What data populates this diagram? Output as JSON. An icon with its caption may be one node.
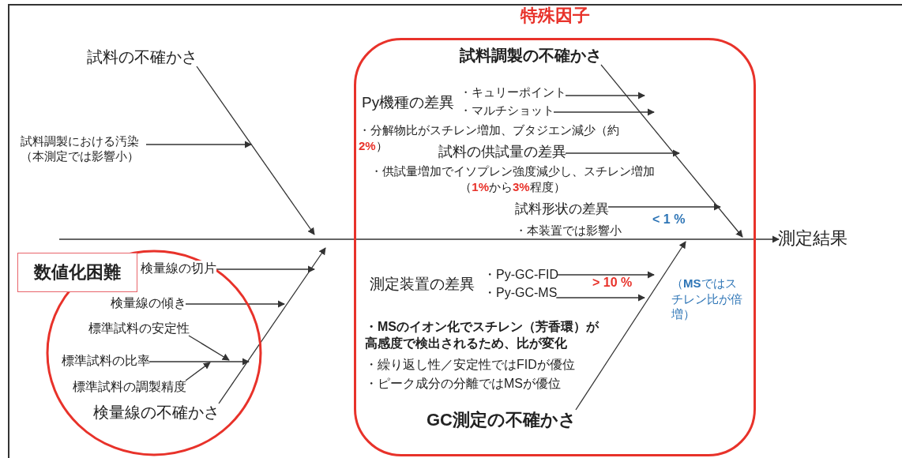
{
  "diagram": {
    "nodes": [
      {
        "text": [
          "試料の不確かさ"
        ]
      },
      {
        "text": [
          "試料調製における汚染（本測定では影響小）"
        ]
      },
      {
        "text": [
          "特殊因子"
        ]
      },
      {
        "text": [
          "試料調製の不確かさ"
        ],
        "in": 2
      },
      {
        "text": [
          "Py機種の差異"
        ],
        "in": 2
      },
      {
        "text": [
          "・キュリーポイント"
        ],
        "in": 2
      },
      {
        "text": [
          "・マルチショット"
        ],
        "in": 2
      },
      {
        "text": [
          "試料の供試量の差異"
        ],
        "in": 2
      },
      {
        "text": [
          "試料形状の差異"
        ],
        "in": 2
      },
      {
        "text": [
          "測定結果"
        ]
      },
      {
        "text": [],
        "shape": "ellipse"
      },
      {
        "text": [
          "数値化困難"
        ]
      },
      {
        "text": [
          "検量線の切片"
        ],
        "in": 10
      },
      {
        "text": [
          "検量線の傾き"
        ],
        "in": 10
      },
      {
        "text": [
          "標準試料の安定性"
        ],
        "in": 10
      },
      {
        "text": [
          "標準試料の比率"
        ],
        "in": 10
      },
      {
        "text": [
          "標準試料の調製精度"
        ],
        "in": 10
      },
      {
        "text": [
          "検量線の不確かさ"
        ],
        "in": 10
      },
      {
        "text": [
          "測定装置の差異"
        ],
        "in": 2
      },
      {
        "text": [
          "・Py-GC-FID"
        ],
        "in": 2
      },
      {
        "text": [
          "・Py-GC-MS"
        ],
        "in": 2
      },
      {
        "text": [
          "GC測定の不確かさ"
        ],
        "in": 2
      }
    ],
    "edges": [
      {
        "from": 0,
        "to": null,
        "arrow": "to"
      },
      {
        "from": 1,
        "to": null,
        "arrow": "to"
      },
      {
        "from": 3,
        "to": null,
        "arrow": "to"
      },
      {
        "from": 5,
        "to": null,
        "arrow": "to"
      },
      {
        "from": 6,
        "to": null,
        "arrow": "to"
      },
      {
        "from": 7,
        "to": null,
        "arrow": "to"
      },
      {
        "from": 8,
        "to": null,
        "arrow": "to"
      },
      {
        "from": null,
        "to": 9,
        "arrow": "to"
      },
      {
        "from": 17,
        "to": null,
        "arrow": "to"
      },
      {
        "from": 12,
        "to": null,
        "arrow": "to"
      },
      {
        "from": 13,
        "to": null,
        "arrow": "to"
      },
      {
        "from": 15,
        "to": null,
        "arrow": "to"
      },
      {
        "from": 14,
        "to": null,
        "arrow": "to"
      },
      {
        "from": 16,
        "to": null,
        "arrow": "to"
      },
      {
        "from": 21,
        "to": null,
        "arrow": "to"
      },
      {
        "from": 19,
        "to": null,
        "arrow": "to"
      },
      {
        "from": 20,
        "to": null,
        "arrow": "to"
      }
    ],
    "labels": [
      "・分解物比がスチレン増加、ブタジエン減少（約**2%**）",
      "・供試量増加でイソプレン強度減少し、スチレン増加（**1%**から**3%**程度）",
      "・本装置では影響小",
      "< 1 %",
      "> 10 %",
      "（**MS**ではスチレン比が倍増）",
      "・MSのイオン化でスチレン（芳香環）が高感度で検出されるため、比が変化",
      "・繰り返し性／安定性ではFIDが優位",
      "・ピーク成分の分離ではMSが優位"
    ]
  }
}
